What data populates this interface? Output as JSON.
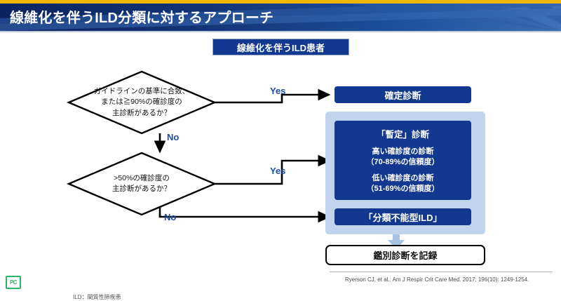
{
  "header": {
    "title": "線維化を伴うILD分類に対するアプローチ",
    "accent_top_color": "#f2b705",
    "background_color": "#123374"
  },
  "flow": {
    "start_box": "線維化を伴うILD患者",
    "decision_1": "ガイドラインの基準に合致、\nまたは≧90%の確診度の\n主診断があるか？",
    "decision_2": ">50%の確診度の\n主診断があるか？",
    "edge_labels": {
      "yes_1": "Yes",
      "yes_2": "Yes",
      "no_1": "No",
      "no_2": "No"
    },
    "definitive_box": "確定診断",
    "provisional": {
      "title": "「暫定」診断",
      "high_confidence": "高い確診度の診断\n（70-89%の信頼度）",
      "low_confidence": "低い確診度の診断\n（51-69%の信頼度）"
    },
    "unclassifiable_box": "「分類不能型ILD」",
    "record_box": "鑑別診断を記録"
  },
  "colors": {
    "node_blue": "#12398f",
    "panel_blue": "#c2d4ed",
    "edge_label_blue": "#1b4ba8"
  },
  "footnote": "ILD：間質性肺疾患",
  "citation": "Ryerson CJ, et al.: Am J Respir Crit Care Med. 2017; 196(10): 1249-1254.",
  "logo": "PC"
}
